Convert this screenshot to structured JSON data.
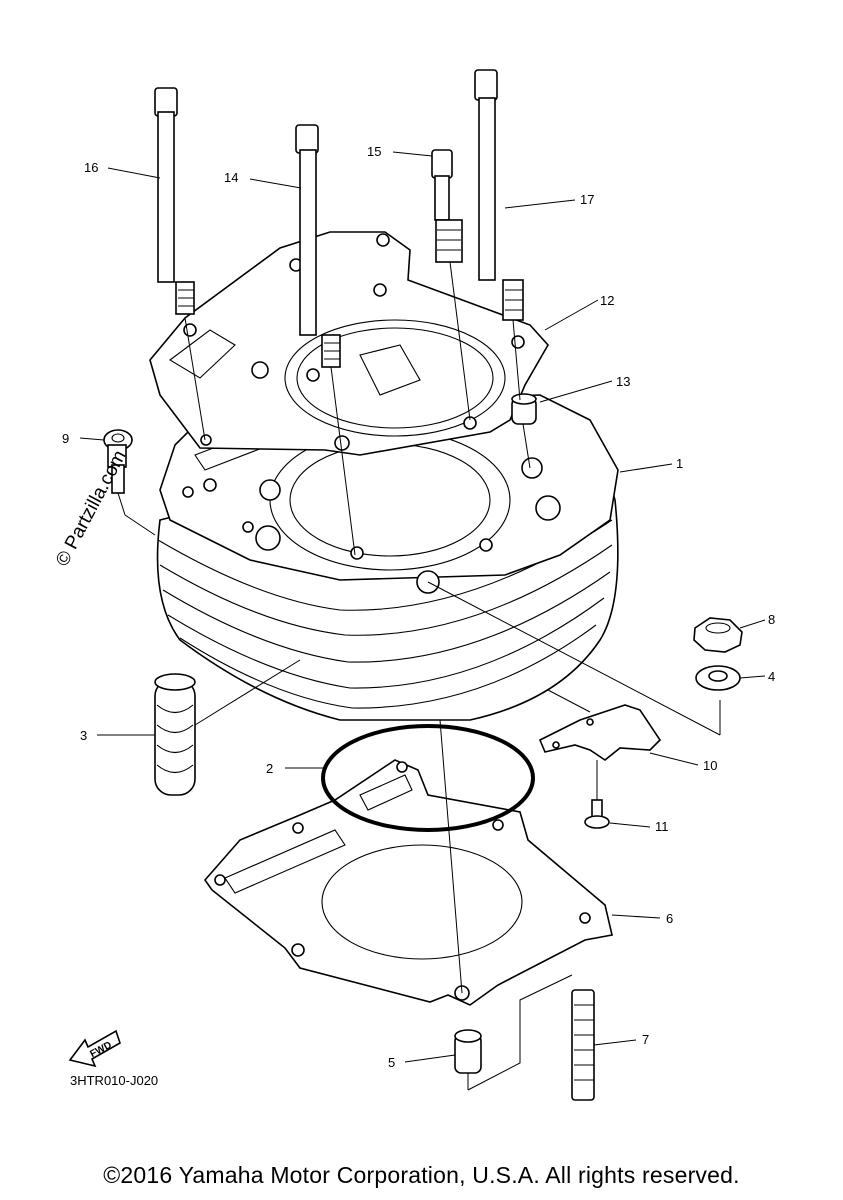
{
  "watermark": "© Partzilla.com",
  "drawing_code": "3HTR010-J020",
  "fwd_label": "FWD",
  "copyright": "©2016 Yamaha Motor Corporation, U.S.A. All rights reserved.",
  "callouts": {
    "c1": "1",
    "c2": "2",
    "c3": "3",
    "c4": "4",
    "c5": "5",
    "c6": "6",
    "c7": "7",
    "c8": "8",
    "c9": "9",
    "c10": "10",
    "c11": "11",
    "c12": "12",
    "c13": "13",
    "c14": "14",
    "c15": "15",
    "c16": "16",
    "c17": "17"
  }
}
